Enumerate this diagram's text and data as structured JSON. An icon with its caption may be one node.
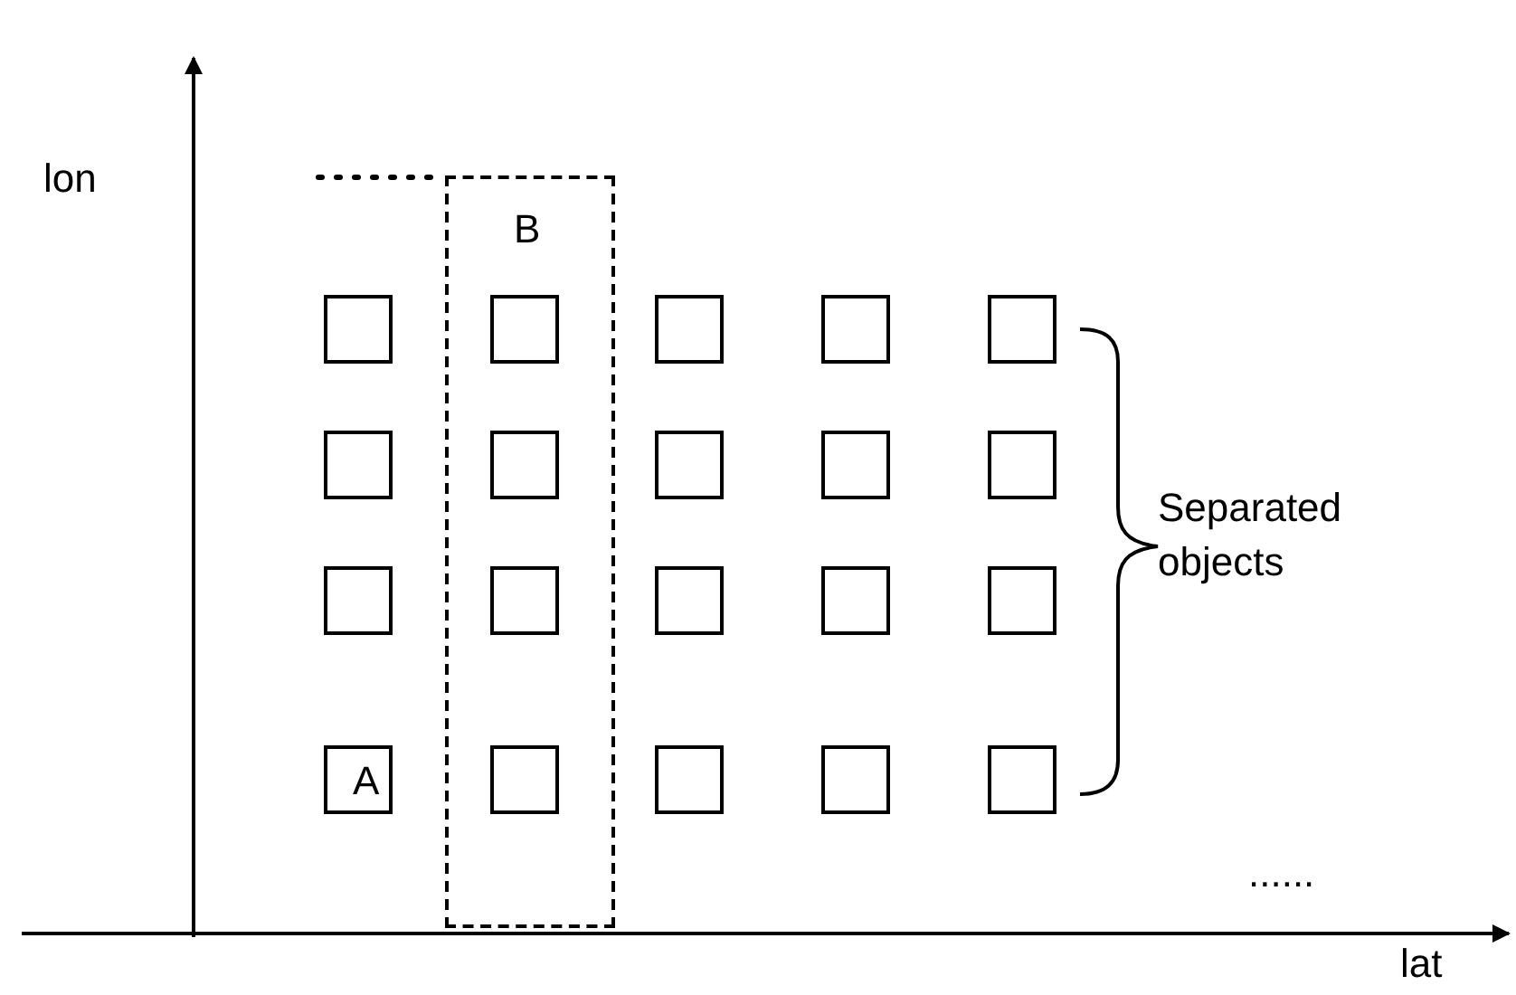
{
  "diagram": {
    "nodes": [
      {
        "text": [
          "B"
        ]
      },
      {
        "text": [],
        "shape": "box"
      },
      {
        "text": [],
        "shape": "box",
        "in": 0
      },
      {
        "text": [],
        "shape": "box"
      },
      {
        "text": [],
        "shape": "box"
      },
      {
        "text": [],
        "shape": "box"
      },
      {
        "text": [],
        "shape": "box"
      },
      {
        "text": [],
        "shape": "box",
        "in": 0
      },
      {
        "text": [],
        "shape": "box"
      },
      {
        "text": [],
        "shape": "box"
      },
      {
        "text": [],
        "shape": "box"
      },
      {
        "text": [],
        "shape": "box"
      },
      {
        "text": [],
        "shape": "box",
        "in": 0
      },
      {
        "text": [],
        "shape": "box"
      },
      {
        "text": [],
        "shape": "box"
      },
      {
        "text": [],
        "shape": "box"
      },
      {
        "text": [
          "A"
        ]
      },
      {
        "text": [],
        "shape": "box",
        "in": 0
      },
      {
        "text": [],
        "shape": "box"
      },
      {
        "text": [],
        "shape": "box"
      },
      {
        "text": [],
        "shape": "box"
      }
    ],
    "labels": [
      "lon",
      "Separated objects",
      "......",
      "lat"
    ]
  }
}
